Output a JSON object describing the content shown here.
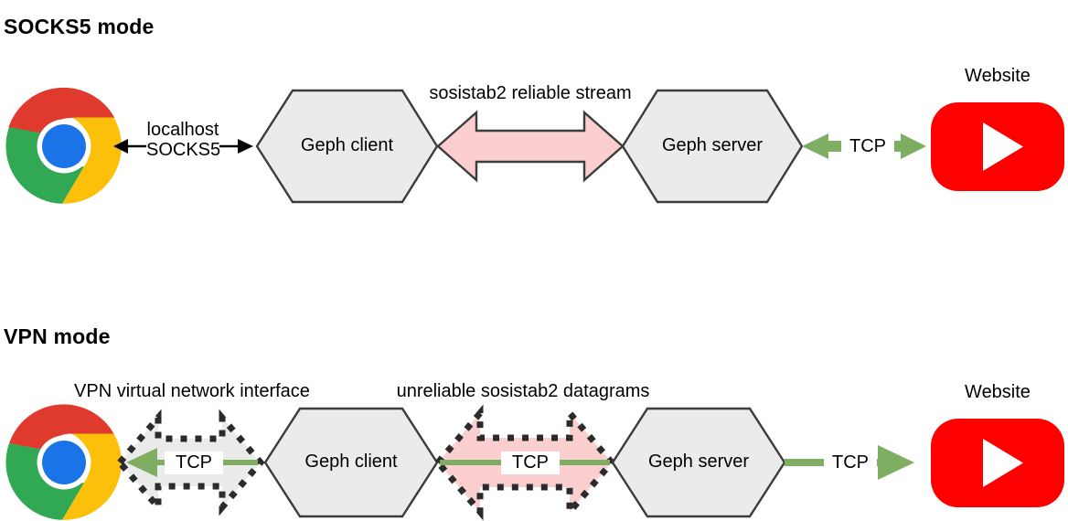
{
  "page": {
    "title": "Geph SOCKS5 mode vs VPN mode network diagram",
    "background": "#ffffff"
  },
  "colors": {
    "hexagon_fill": "#ebebeb",
    "hexagon_stroke": "#3c3c3c",
    "pink_arrow_fill": "#fbcfcf",
    "pink_arrow_stroke": "#3c3c3c",
    "green_arrow": "#7fae63",
    "dotted_outline": "#2b2b2b",
    "gray_arrow_fill": "#ebebeb",
    "youtube_red": "#ff0000",
    "chrome_red": "#e03a2f",
    "chrome_yellow": "#fcc00a",
    "chrome_green": "#31a853",
    "chrome_blue": "#1b73e8",
    "black": "#000000"
  },
  "sections": [
    {
      "id": "socks5",
      "heading": "SOCKS5 mode",
      "browser": {
        "name": "chrome-logo",
        "label": ""
      },
      "website": {
        "label": "Website",
        "icon": "youtube-logo"
      },
      "nodes": [
        {
          "id": "geph-client",
          "label": "Geph client"
        },
        {
          "id": "geph-server",
          "label": "Geph server"
        }
      ],
      "edges": [
        {
          "id": "browser-to-client",
          "label_lines": [
            "localhost",
            "SOCKS5"
          ],
          "style": "black-double-arrow",
          "direction": "both"
        },
        {
          "id": "client-to-server",
          "label": "sosistab2 reliable stream",
          "style": "pink-double-arrow",
          "direction": "both"
        },
        {
          "id": "server-to-website",
          "label": "TCP",
          "style": "green-double-arrow",
          "direction": "both"
        }
      ]
    },
    {
      "id": "vpn",
      "heading": "VPN mode",
      "browser": {
        "name": "chrome-logo",
        "label": ""
      },
      "website": {
        "label": "Website",
        "icon": "youtube-logo"
      },
      "nodes": [
        {
          "id": "geph-client",
          "label": "Geph client"
        },
        {
          "id": "geph-server",
          "label": "Geph server"
        }
      ],
      "edges": [
        {
          "id": "browser-to-client",
          "label": "VPN virtual network interface",
          "inner_label": "TCP",
          "style": "gray-dotted-double-arrow",
          "direction": "left"
        },
        {
          "id": "client-to-server",
          "label": "unreliable sosistab2 datagrams",
          "inner_label": "TCP",
          "style": "pink-dotted-double-arrow",
          "direction": "both"
        },
        {
          "id": "server-to-website",
          "label": "TCP",
          "style": "green-single-arrow",
          "direction": "right"
        }
      ]
    }
  ]
}
